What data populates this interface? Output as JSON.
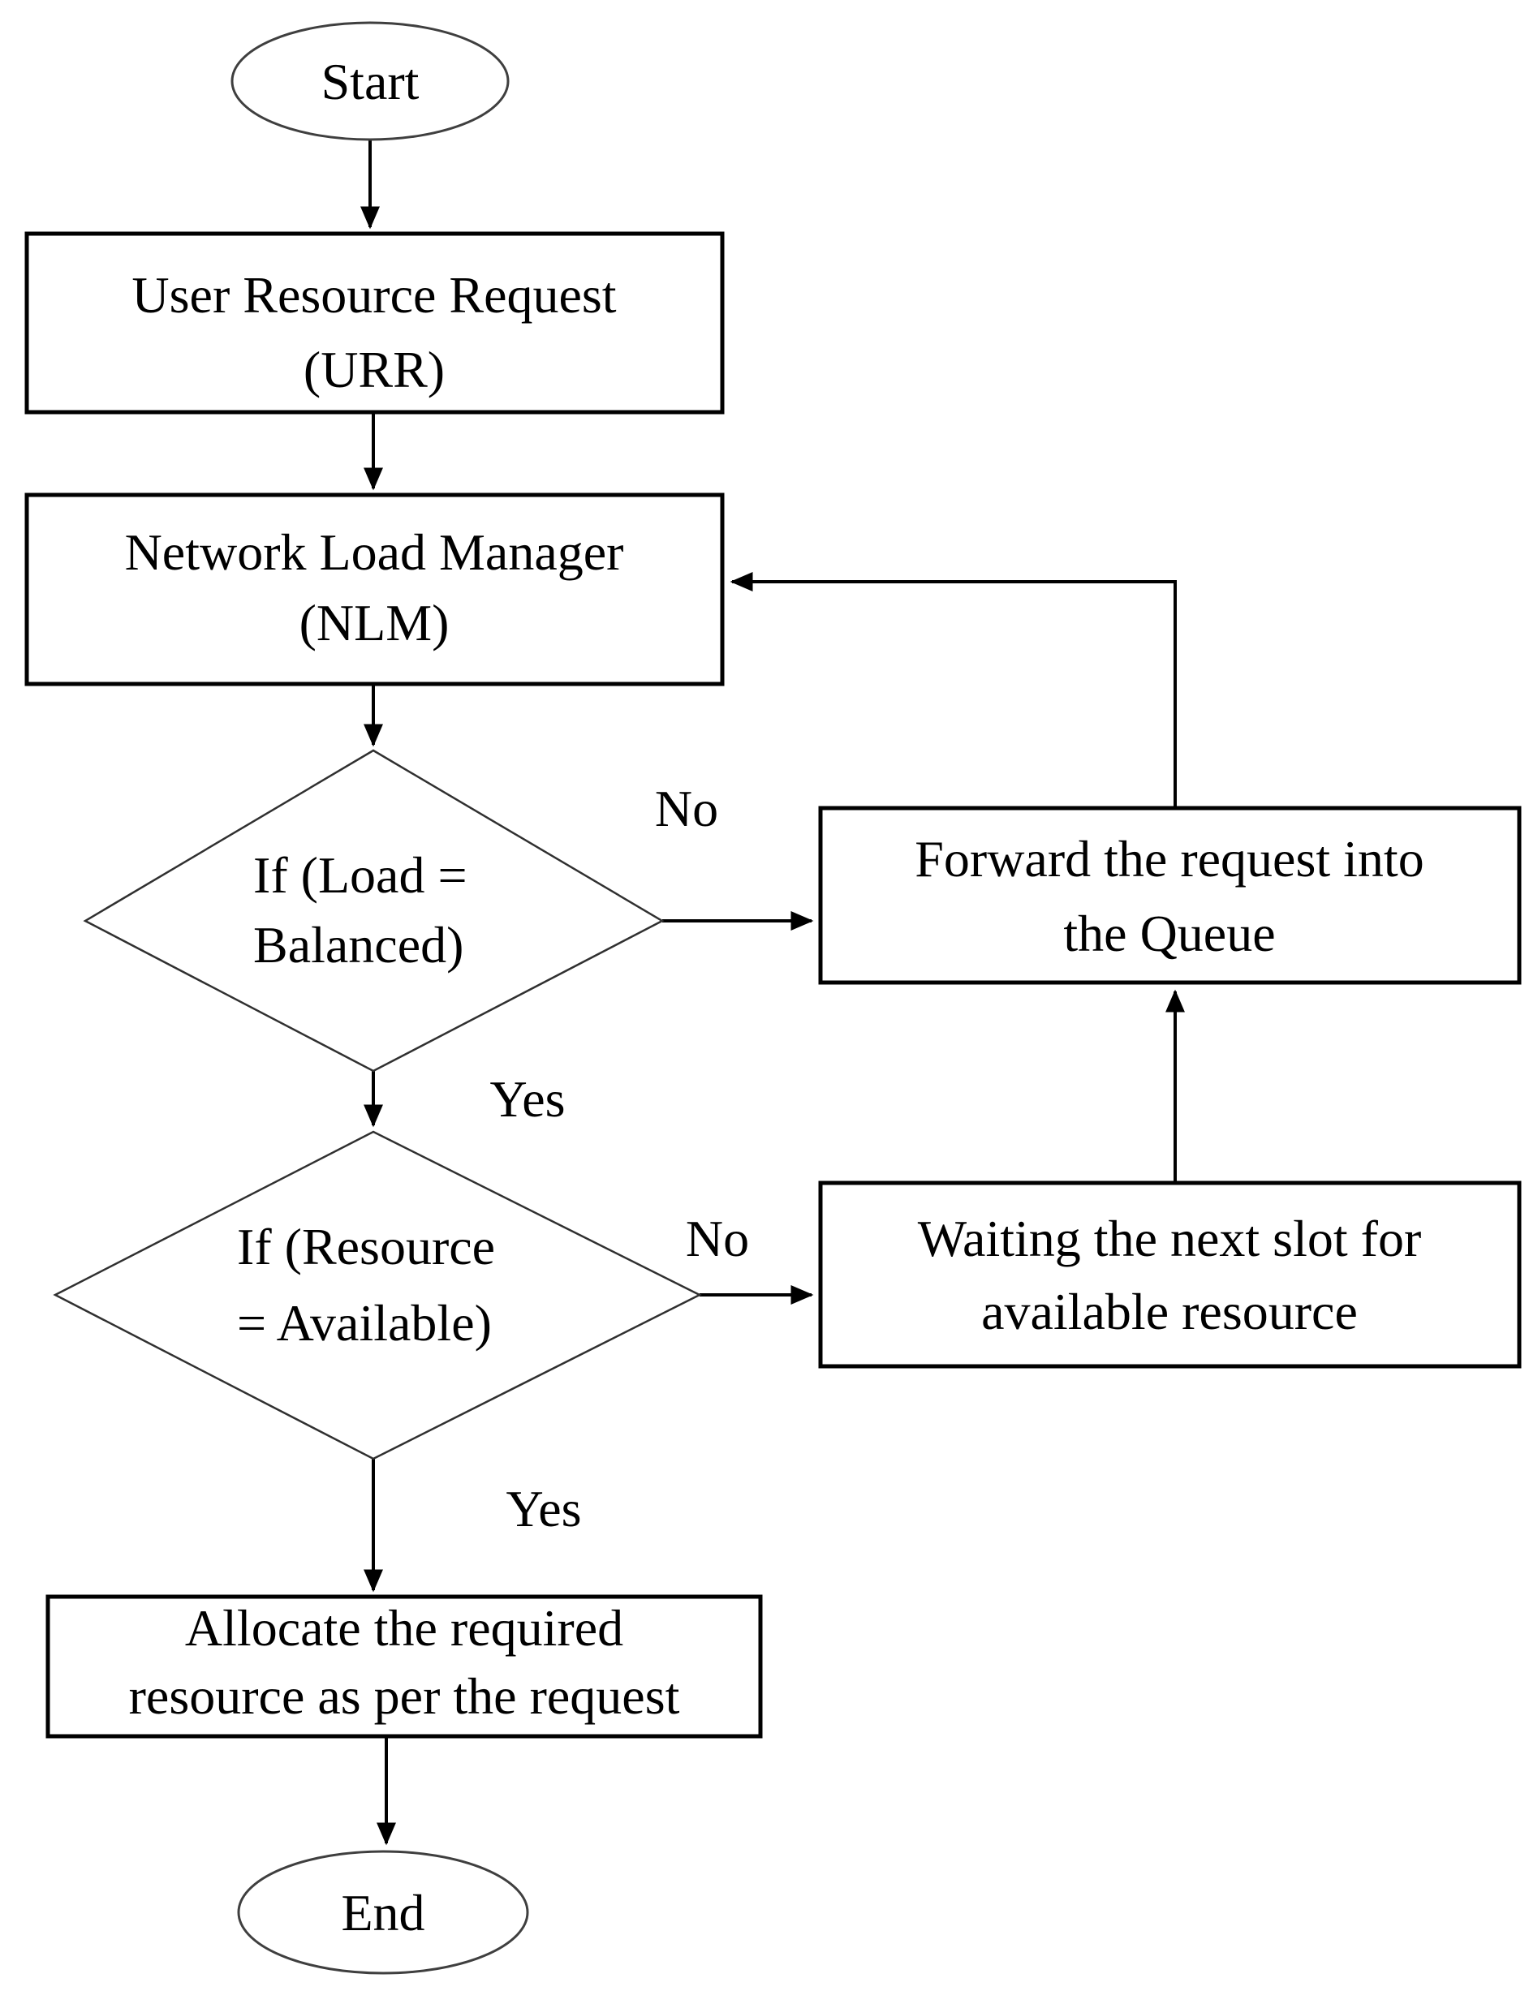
{
  "diagram": {
    "type": "flowchart",
    "nodes": {
      "start": {
        "label": "Start"
      },
      "urr": {
        "line1": "User Resource Request",
        "line2": "(URR)"
      },
      "nlm": {
        "line1": "Network Load Manager",
        "line2": "(NLM)"
      },
      "load_decision": {
        "line1": "If (Load =",
        "line2": "Balanced)"
      },
      "forward_queue": {
        "line1": "Forward the request into",
        "line2": "the Queue"
      },
      "resource_decision": {
        "line1": "If (Resource",
        "line2": "= Available)"
      },
      "wait_slot": {
        "line1": "Waiting the next slot for",
        "line2": "available resource"
      },
      "allocate": {
        "line1": "Allocate the required",
        "line2": "resource as per the request"
      },
      "end": {
        "label": "End"
      }
    },
    "edge_labels": {
      "load_no": "No",
      "load_yes": "Yes",
      "resource_no": "No",
      "resource_yes": "Yes"
    },
    "colors": {
      "stroke": "#000000",
      "shape_fill": "#ffffff",
      "text": "#000000",
      "background": "#ffffff"
    }
  }
}
